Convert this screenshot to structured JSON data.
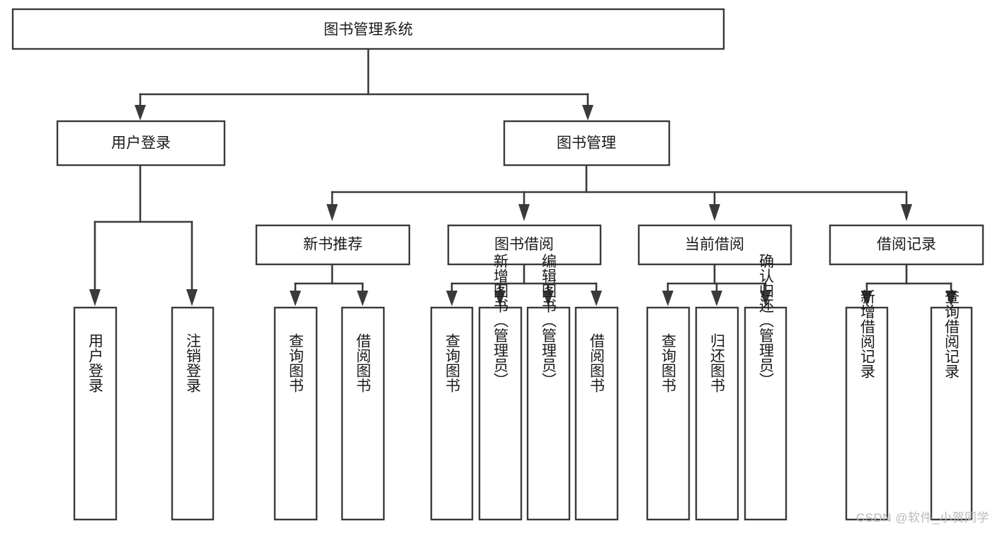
{
  "diagram": {
    "type": "tree",
    "title": "图书管理系统",
    "orientation": "top-down",
    "watermark": "CSDN @软件_小贺同学",
    "colors": {
      "box_fill": "#ffffff",
      "box_stroke": "#3a3a3a",
      "connector": "#3a3a3a",
      "label": "#1a1a1a",
      "watermark": "#b9b9b9"
    },
    "levels": [
      {
        "level": 1,
        "nodes": [
          {
            "id": "root",
            "label": "图书管理系统",
            "orientation": "horizontal"
          }
        ]
      },
      {
        "level": 2,
        "nodes": [
          {
            "id": "login",
            "label": "用户登录",
            "orientation": "horizontal",
            "parent": "root"
          },
          {
            "id": "bookmgmt",
            "label": "图书管理",
            "orientation": "horizontal",
            "parent": "root"
          }
        ]
      },
      {
        "level": 3,
        "nodes": [
          {
            "id": "newbook",
            "label": "新书推荐",
            "orientation": "horizontal",
            "parent": "bookmgmt"
          },
          {
            "id": "borrow",
            "label": "图书借阅",
            "orientation": "horizontal",
            "parent": "bookmgmt"
          },
          {
            "id": "current",
            "label": "当前借阅",
            "orientation": "horizontal",
            "parent": "bookmgmt"
          },
          {
            "id": "records",
            "label": "借阅记录",
            "orientation": "horizontal",
            "parent": "bookmgmt"
          }
        ]
      },
      {
        "level": 4,
        "nodes": [
          {
            "id": "leaf-user-login",
            "label": "用户登录",
            "orientation": "vertical",
            "parent": "login"
          },
          {
            "id": "leaf-user-logout",
            "label": "注销登录",
            "orientation": "vertical",
            "parent": "login"
          },
          {
            "id": "leaf-newbook-query",
            "label": "查询图书",
            "orientation": "vertical",
            "parent": "newbook"
          },
          {
            "id": "leaf-newbook-borrow",
            "label": "借阅图书",
            "orientation": "vertical",
            "parent": "newbook"
          },
          {
            "id": "leaf-borrow-query",
            "label": "查询图书",
            "orientation": "vertical",
            "parent": "borrow"
          },
          {
            "id": "leaf-borrow-add",
            "label": "新增图书（管理员）",
            "orientation": "vertical",
            "parent": "borrow"
          },
          {
            "id": "leaf-borrow-edit",
            "label": "编辑图书（管理员）",
            "orientation": "vertical",
            "parent": "borrow"
          },
          {
            "id": "leaf-borrow-lend",
            "label": "借阅图书",
            "orientation": "vertical",
            "parent": "borrow"
          },
          {
            "id": "leaf-current-query",
            "label": "查询图书",
            "orientation": "vertical",
            "parent": "current"
          },
          {
            "id": "leaf-current-return",
            "label": "归还图书",
            "orientation": "vertical",
            "parent": "current"
          },
          {
            "id": "leaf-current-confirm",
            "label": "确认归还（管理员）",
            "orientation": "vertical",
            "parent": "current"
          },
          {
            "id": "leaf-records-add",
            "label": "新增借阅记录",
            "orientation": "vertical",
            "parent": "records"
          },
          {
            "id": "leaf-records-query",
            "label": "查询借阅记录",
            "orientation": "vertical",
            "parent": "records"
          }
        ]
      }
    ]
  }
}
